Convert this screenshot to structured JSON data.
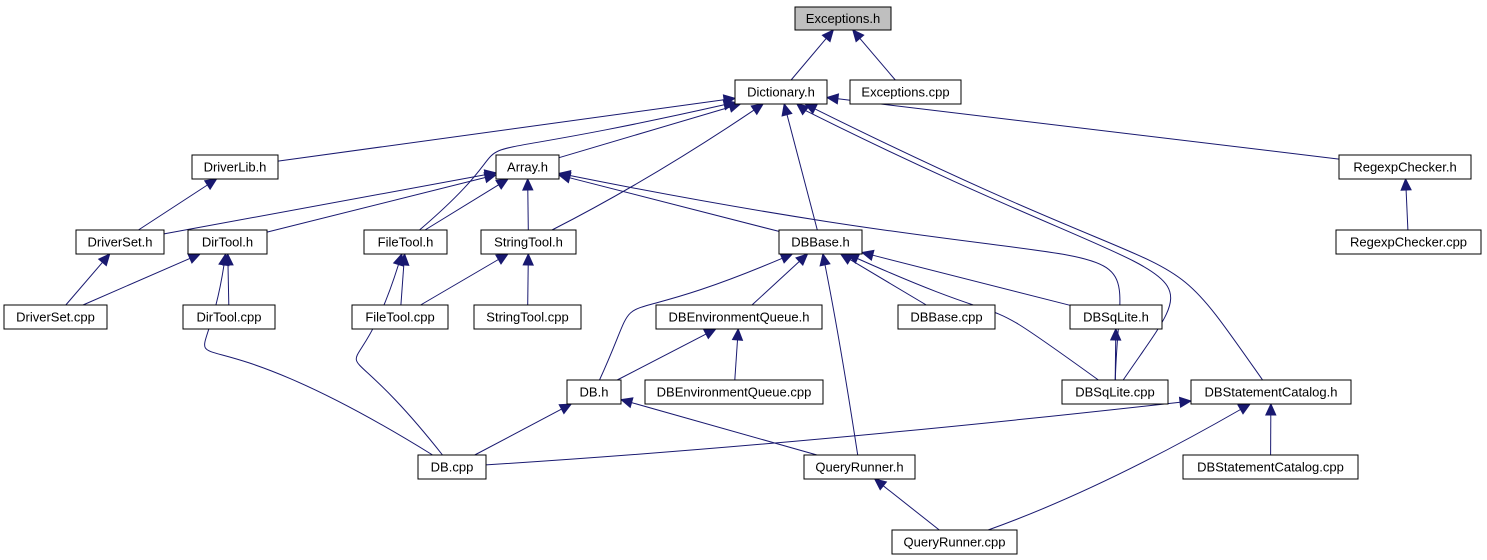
{
  "colors": {
    "edge": "#191970",
    "node_border": "#000000",
    "node_fill": "#ffffff",
    "root_fill": "#bfbfbf"
  },
  "nodes": [
    {
      "id": "exceptions_h",
      "label": "Exceptions.h",
      "root": true
    },
    {
      "id": "dictionary_h",
      "label": "Dictionary.h"
    },
    {
      "id": "exceptions_cpp",
      "label": "Exceptions.cpp"
    },
    {
      "id": "driverlib_h",
      "label": "DriverLib.h"
    },
    {
      "id": "array_h",
      "label": "Array.h"
    },
    {
      "id": "regexpchecker_h",
      "label": "RegexpChecker.h"
    },
    {
      "id": "driverset_h",
      "label": "DriverSet.h"
    },
    {
      "id": "dirtool_h",
      "label": "DirTool.h"
    },
    {
      "id": "filetool_h",
      "label": "FileTool.h"
    },
    {
      "id": "stringtool_h",
      "label": "StringTool.h"
    },
    {
      "id": "dbbase_h",
      "label": "DBBase.h"
    },
    {
      "id": "regexpchecker_cpp",
      "label": "RegexpChecker.cpp"
    },
    {
      "id": "driverset_cpp",
      "label": "DriverSet.cpp"
    },
    {
      "id": "dirtool_cpp",
      "label": "DirTool.cpp"
    },
    {
      "id": "filetool_cpp",
      "label": "FileTool.cpp"
    },
    {
      "id": "stringtool_cpp",
      "label": "StringTool.cpp"
    },
    {
      "id": "dbenvironmentqueue_h",
      "label": "DBEnvironmentQueue.h"
    },
    {
      "id": "dbbase_cpp",
      "label": "DBBase.cpp"
    },
    {
      "id": "dbsqlite_h",
      "label": "DBSqLite.h"
    },
    {
      "id": "db_h",
      "label": "DB.h"
    },
    {
      "id": "dbenvironmentqueue_cpp",
      "label": "DBEnvironmentQueue.cpp"
    },
    {
      "id": "dbsqlite_cpp",
      "label": "DBSqLite.cpp"
    },
    {
      "id": "dbstatementcatalog_h",
      "label": "DBStatementCatalog.h"
    },
    {
      "id": "db_cpp",
      "label": "DB.cpp"
    },
    {
      "id": "queryrunner_h",
      "label": "QueryRunner.h"
    },
    {
      "id": "dbstatementcatalog_cpp",
      "label": "DBStatementCatalog.cpp"
    },
    {
      "id": "queryrunner_cpp",
      "label": "QueryRunner.cpp"
    }
  ],
  "edges": [
    {
      "from": "dictionary_h",
      "to": "exceptions_h"
    },
    {
      "from": "exceptions_cpp",
      "to": "exceptions_h"
    },
    {
      "from": "driverlib_h",
      "to": "dictionary_h"
    },
    {
      "from": "array_h",
      "to": "dictionary_h"
    },
    {
      "from": "filetool_h",
      "to": "dictionary_h"
    },
    {
      "from": "stringtool_h",
      "to": "dictionary_h"
    },
    {
      "from": "dbbase_h",
      "to": "dictionary_h"
    },
    {
      "from": "dbsqlite_cpp",
      "to": "dictionary_h"
    },
    {
      "from": "dbstatementcatalog_h",
      "to": "dictionary_h"
    },
    {
      "from": "regexpchecker_h",
      "to": "dictionary_h"
    },
    {
      "from": "driverset_h",
      "to": "driverlib_h"
    },
    {
      "from": "driverset_h",
      "to": "array_h"
    },
    {
      "from": "dirtool_h",
      "to": "array_h"
    },
    {
      "from": "filetool_h",
      "to": "array_h"
    },
    {
      "from": "stringtool_h",
      "to": "array_h"
    },
    {
      "from": "dbbase_h",
      "to": "array_h"
    },
    {
      "from": "dbsqlite_cpp",
      "to": "array_h"
    },
    {
      "from": "regexpchecker_cpp",
      "to": "regexpchecker_h"
    },
    {
      "from": "driverset_cpp",
      "to": "driverset_h"
    },
    {
      "from": "driverset_cpp",
      "to": "dirtool_h"
    },
    {
      "from": "dirtool_cpp",
      "to": "dirtool_h"
    },
    {
      "from": "db_cpp",
      "to": "dirtool_h"
    },
    {
      "from": "filetool_cpp",
      "to": "filetool_h"
    },
    {
      "from": "db_cpp",
      "to": "filetool_h"
    },
    {
      "from": "filetool_cpp",
      "to": "stringtool_h"
    },
    {
      "from": "stringtool_cpp",
      "to": "stringtool_h"
    },
    {
      "from": "dbenvironmentqueue_h",
      "to": "dbbase_h"
    },
    {
      "from": "dbbase_cpp",
      "to": "dbbase_h"
    },
    {
      "from": "dbsqlite_h",
      "to": "dbbase_h"
    },
    {
      "from": "dbsqlite_cpp",
      "to": "dbbase_h"
    },
    {
      "from": "db_h",
      "to": "dbbase_h"
    },
    {
      "from": "queryrunner_h",
      "to": "dbbase_h"
    },
    {
      "from": "db_h",
      "to": "dbenvironmentqueue_h"
    },
    {
      "from": "dbenvironmentqueue_cpp",
      "to": "dbenvironmentqueue_h"
    },
    {
      "from": "dbsqlite_cpp",
      "to": "dbsqlite_h"
    },
    {
      "from": "db_cpp",
      "to": "db_h"
    },
    {
      "from": "queryrunner_h",
      "to": "db_h"
    },
    {
      "from": "db_cpp",
      "to": "dbstatementcatalog_h"
    },
    {
      "from": "dbstatementcatalog_cpp",
      "to": "dbstatementcatalog_h"
    },
    {
      "from": "queryrunner_cpp",
      "to": "dbstatementcatalog_h"
    },
    {
      "from": "queryrunner_cpp",
      "to": "queryrunner_h"
    }
  ]
}
